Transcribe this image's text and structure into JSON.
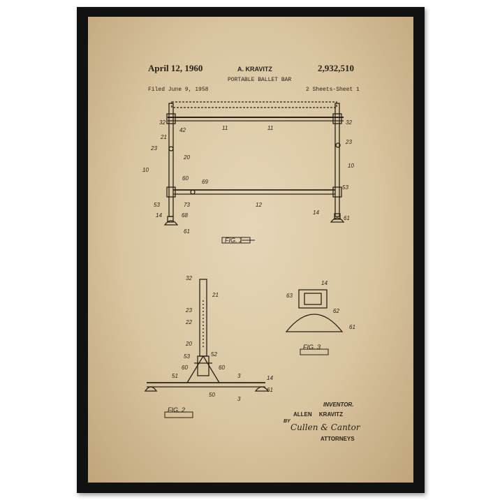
{
  "header": {
    "date": "April 12, 1960",
    "inventor_short": "A. KRAVITZ",
    "patent_number": "2,932,510",
    "title": "PORTABLE BALLET BAR",
    "filed": "Filed June 9, 1958",
    "sheets": "2 Sheets-Sheet 1"
  },
  "fig1": {
    "label": "FIG. 1",
    "refs": [
      "32",
      "42",
      "11",
      "11",
      "32",
      "21",
      "23",
      "20",
      "23",
      "10",
      "10",
      "60",
      "69",
      "53",
      "53",
      "73",
      "12",
      "14",
      "68",
      "14",
      "61",
      "61"
    ]
  },
  "fig2": {
    "label": "FIG. 2",
    "refs": [
      "32",
      "21",
      "23",
      "22",
      "20",
      "52",
      "53",
      "60",
      "60",
      "51",
      "50",
      "3",
      "14",
      "3",
      "61"
    ]
  },
  "fig3": {
    "label": "FIG. 3",
    "refs": [
      "14",
      "63",
      "62",
      "61"
    ]
  },
  "footer": {
    "inventor_caption": "INVENTOR.",
    "inventor_name": "ALLEN KRAVITZ",
    "by": "BY",
    "signature": "Cullen & Cantor",
    "attorneys": "ATTORNEYS"
  }
}
